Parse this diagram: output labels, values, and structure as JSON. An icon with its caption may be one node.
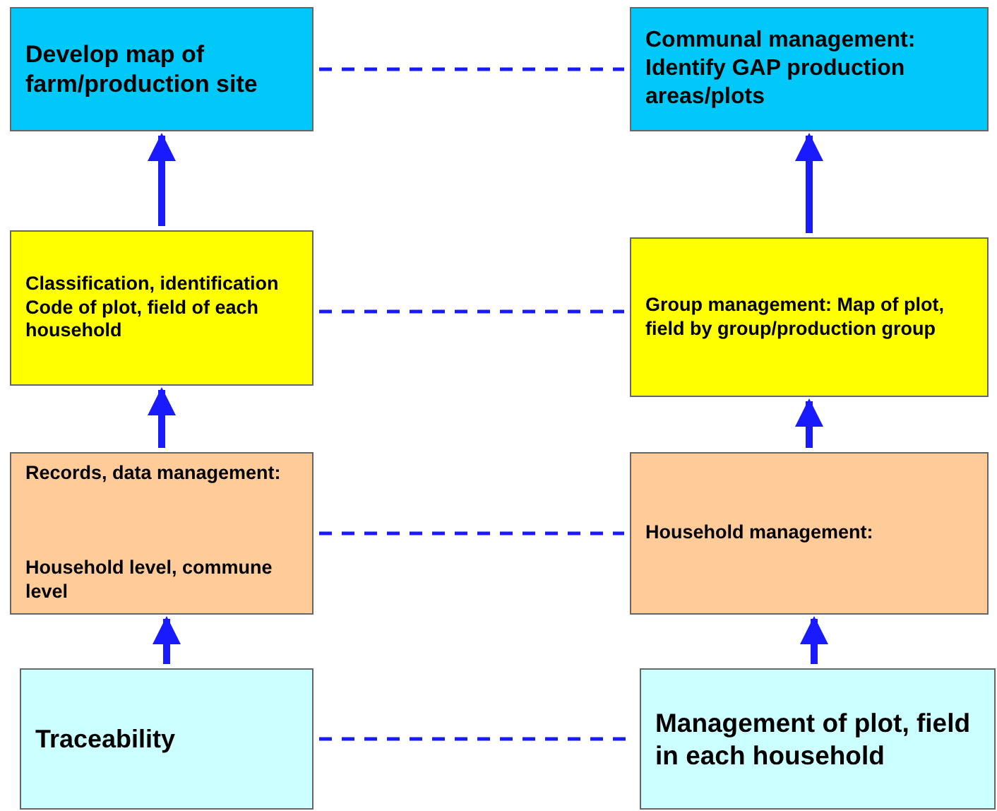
{
  "diagram": {
    "nodes": [
      {
        "text": [
          "Develop map of farm/production site"
        ]
      },
      {
        "text": [
          "Communal management: Identify GAP production areas/plots"
        ]
      },
      {
        "text": [
          "Classification, identification Code of plot, field of each household"
        ]
      },
      {
        "text": [
          "Group management: Map of plot, field by group/production group"
        ]
      },
      {
        "text": [
          "Records, data management:",
          "Household level, commune level"
        ]
      },
      {
        "text": [
          "Household management:"
        ]
      },
      {
        "text": [
          "Traceability"
        ]
      },
      {
        "text": [
          "Management of plot, field in each household"
        ]
      }
    ],
    "edges": [
      {
        "from": 0,
        "to": 1,
        "arrow": "none",
        "style": "dashed"
      },
      {
        "from": 2,
        "to": 3,
        "arrow": "none",
        "style": "dashed"
      },
      {
        "from": 4,
        "to": 5,
        "arrow": "none",
        "style": "dashed"
      },
      {
        "from": 6,
        "to": 7,
        "arrow": "none",
        "style": "dashed"
      },
      {
        "from": 2,
        "to": 0,
        "arrow": "to"
      },
      {
        "from": 4,
        "to": 2,
        "arrow": "to"
      },
      {
        "from": 6,
        "to": 4,
        "arrow": "to"
      },
      {
        "from": 3,
        "to": 1,
        "arrow": "to"
      },
      {
        "from": 5,
        "to": 3,
        "arrow": "to"
      },
      {
        "from": 7,
        "to": 5,
        "arrow": "to"
      }
    ]
  }
}
